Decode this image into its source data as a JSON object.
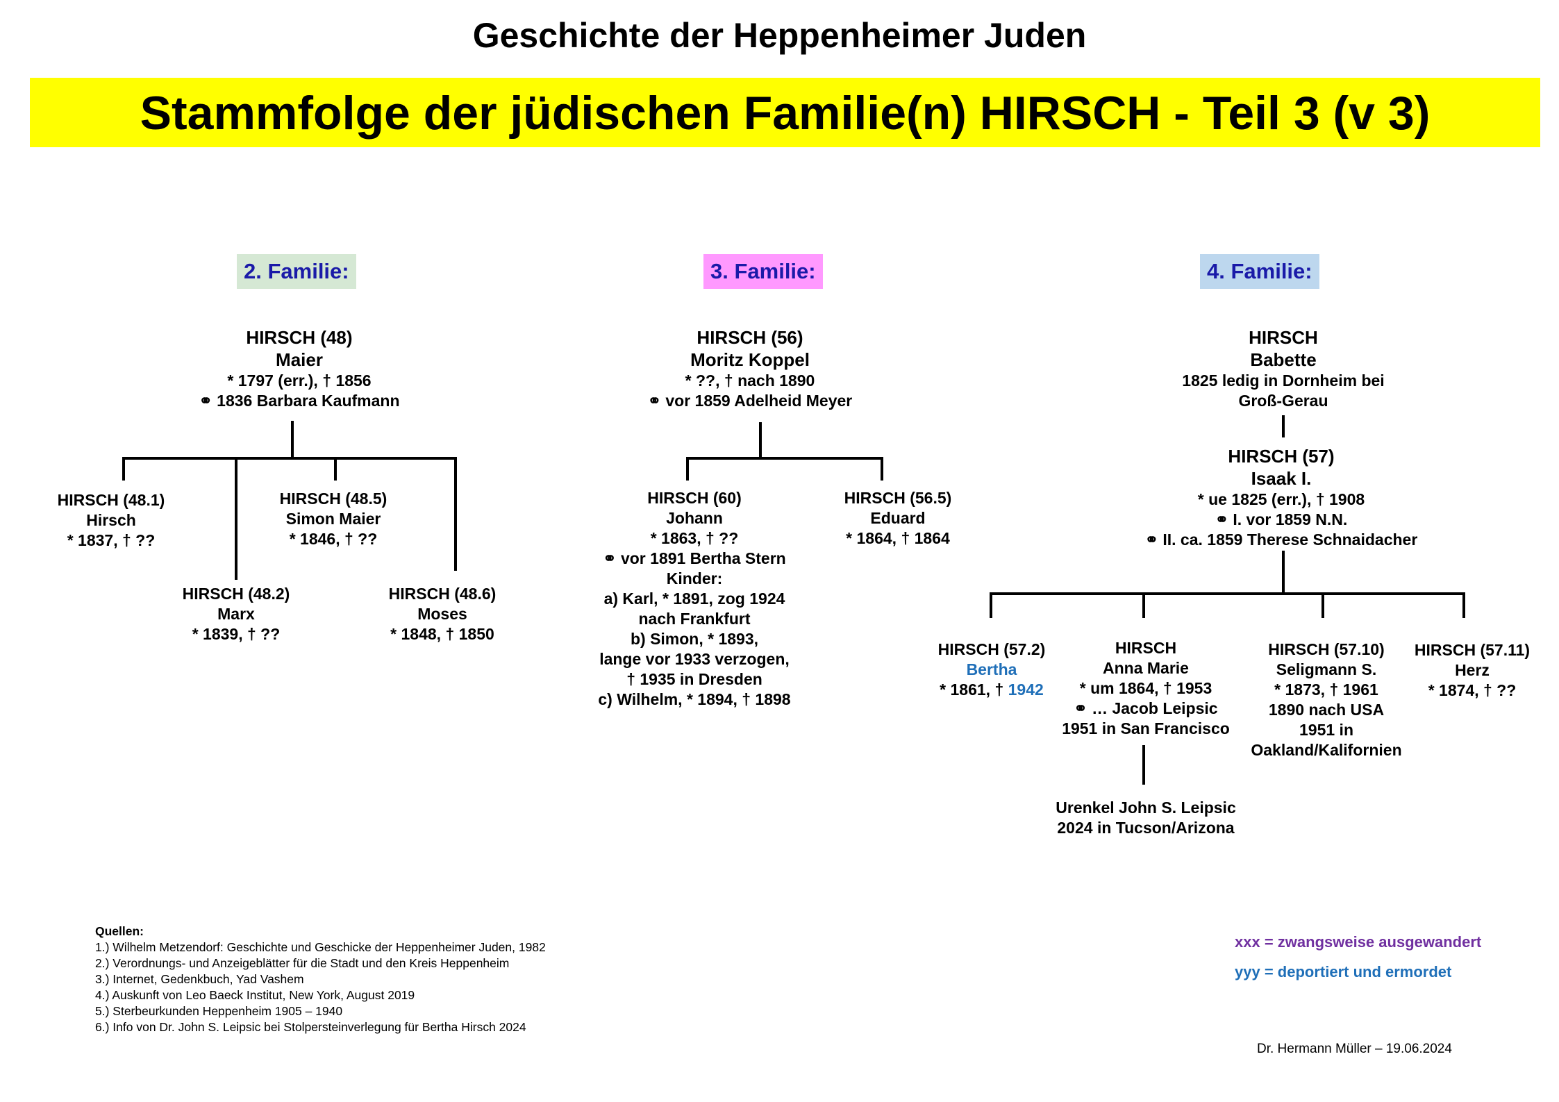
{
  "header": {
    "site_title": "Geschichte der Heppenheimer Juden",
    "banner_title": "Stammfolge der jüdischen Familie(n) HIRSCH  -  Teil 3 (v 3)",
    "banner_color": "#ffff00"
  },
  "families": [
    {
      "label": "2. Familie:",
      "label_bg": "#d5e8d4",
      "parent": {
        "lines": [
          "HIRSCH  (48)",
          "Maier",
          "* 1797 (err.), † 1856",
          "⚭ 1836 Barbara  Kaufmann"
        ]
      },
      "children": [
        {
          "lines": [
            "HIRSCH  (48.1)",
            "Hirsch",
            "* 1837, † ??"
          ]
        },
        {
          "lines": [
            "HIRSCH  (48.2)",
            "Marx",
            "* 1839, † ??"
          ]
        },
        {
          "lines": [
            "HIRSCH  (48.5)",
            "Simon Maier",
            "* 1846, † ??"
          ]
        },
        {
          "lines": [
            "HIRSCH  (48.6)",
            "Moses",
            "* 1848, † 1850"
          ]
        }
      ]
    },
    {
      "label": "3. Familie:",
      "label_bg": "#ff99ff",
      "parent": {
        "lines": [
          "HIRSCH  (56)",
          "Moritz Koppel",
          "* ??, † nach 1890",
          "⚭ vor 1859 Adelheid Meyer"
        ]
      },
      "children": [
        {
          "lines": [
            "HIRSCH  (60)",
            "Johann",
            "* 1863, † ??",
            "⚭ vor 1891 Bertha Stern",
            "Kinder:",
            "a) Karl, * 1891, zog 1924",
            "nach Frankfurt",
            "b) Simon, * 1893,",
            "lange vor 1933 verzogen,",
            "† 1935 in Dresden",
            "c) Wilhelm, * 1894, † 1898"
          ]
        },
        {
          "lines": [
            "HIRSCH  (56.5)",
            "Eduard",
            "* 1864, † 1864"
          ]
        }
      ]
    },
    {
      "label": "4. Familie:",
      "label_bg": "#bdd7ee",
      "grandparent": {
        "lines": [
          "HIRSCH",
          "Babette",
          "1825 ledig in Dornheim bei",
          "Groß-Gerau"
        ]
      },
      "parent": {
        "lines": [
          "HIRSCH  (57)",
          "Isaak I.",
          "* ue 1825 (err.), † 1908",
          "⚭ I. vor 1859 N.N.",
          "⚭ II. ca. 1859 Therese Schnaidacher"
        ]
      },
      "children": [
        {
          "header": "HIRSCH  (57.2)",
          "name": "Bertha",
          "dates_prefix": "* 1861, † ",
          "death_year": "1942"
        },
        {
          "lines": [
            "HIRSCH",
            "Anna Marie",
            "* um 1864, † 1953",
            "⚭ … Jacob Leipsic",
            "1951 in San Francisco"
          ]
        },
        {
          "lines": [
            "HIRSCH  (57.10)",
            "Seligmann S.",
            "* 1873, † 1961",
            "1890 nach USA",
            "1951 in",
            "Oakland/Kalifornien"
          ]
        },
        {
          "lines": [
            "HIRSCH  (57.11)",
            "Herz",
            "* 1874, † ??"
          ]
        }
      ],
      "descendant": {
        "lines": [
          "Urenkel John S. Leipsic",
          "2024 in Tucson/Arizona"
        ]
      }
    }
  ],
  "sources": {
    "heading": "Quellen:",
    "items": [
      "1.) Wilhelm Metzendorf: Geschichte und Geschicke der Heppenheimer Juden, 1982",
      "2.) Verordnungs- und Anzeigeblätter für die Stadt und den Kreis Heppenheim",
      "3.) Internet, Gedenkbuch, Yad Vashem",
      "4.) Auskunft von Leo Baeck Institut, New York, August 2019",
      "5.) Sterbeurkunden Heppenheim 1905 – 1940",
      "6.) Info von Dr. John S. Leipsic bei Stolpersteinverlegung für Bertha Hirsch 2024"
    ]
  },
  "legend": {
    "emigrated": "xxx  = zwangsweise ausgewandert",
    "emigrated_color": "#7030a0",
    "deported": "yyy = deportiert und ermordet",
    "deported_color": "#1f6fb8"
  },
  "author": "Dr. Hermann  Müller  –   19.06.2024"
}
